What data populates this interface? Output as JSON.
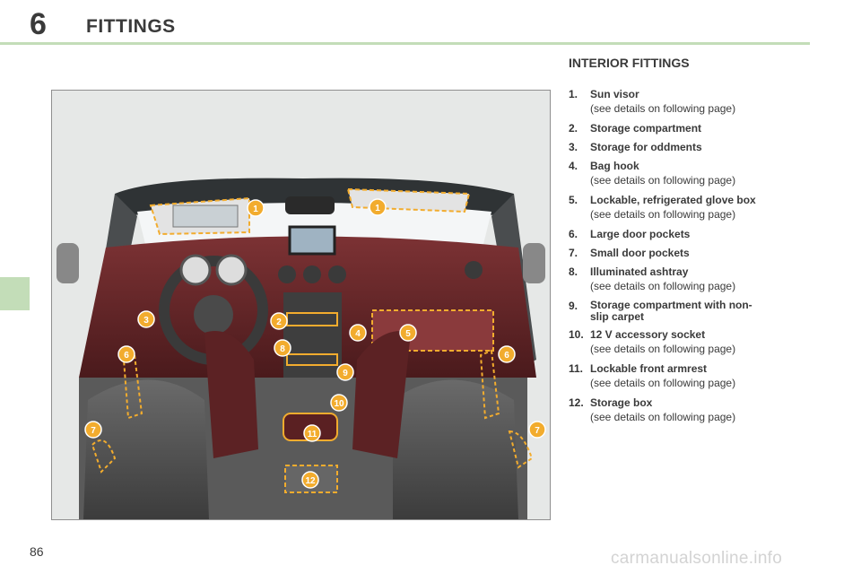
{
  "header": {
    "chapter_number": "6",
    "chapter_title": "FITTINGS"
  },
  "section_title": "INTERIOR FITTINGS",
  "items": [
    {
      "num": "1.",
      "label": "Sun visor",
      "note": "(see details on following page)"
    },
    {
      "num": "2.",
      "label": "Storage compartment",
      "note": ""
    },
    {
      "num": "3.",
      "label": "Storage for oddments",
      "note": ""
    },
    {
      "num": "4.",
      "label": "Bag hook",
      "note": "(see details on following page)"
    },
    {
      "num": "5.",
      "label": "Lockable, refrigerated glove box",
      "note": "(see details on following page)"
    },
    {
      "num": "6.",
      "label": "Large door pockets",
      "note": ""
    },
    {
      "num": "7.",
      "label": "Small door pockets",
      "note": ""
    },
    {
      "num": "8.",
      "label": "Illuminated ashtray",
      "note": "(see details on following page)"
    },
    {
      "num": "9.",
      "label": "Storage compartment with non-slip carpet",
      "note": ""
    },
    {
      "num": "10.",
      "label": "12 V accessory socket",
      "note": "(see details on following page)"
    },
    {
      "num": "11.",
      "label": "Lockable front armrest",
      "note": "(see details on following page)"
    },
    {
      "num": "12.",
      "label": "Storage box",
      "note": "(see details on following page)"
    }
  ],
  "illustration": {
    "callouts": [
      "1",
      "1",
      "2",
      "3",
      "4",
      "5",
      "6",
      "6",
      "7",
      "7",
      "8",
      "9",
      "10",
      "11",
      "12"
    ],
    "highlight_color": "#f2ac2e",
    "upholstery_color": "#6e2a2c"
  },
  "page_number": "86",
  "watermark": "carmanualsonline.info"
}
